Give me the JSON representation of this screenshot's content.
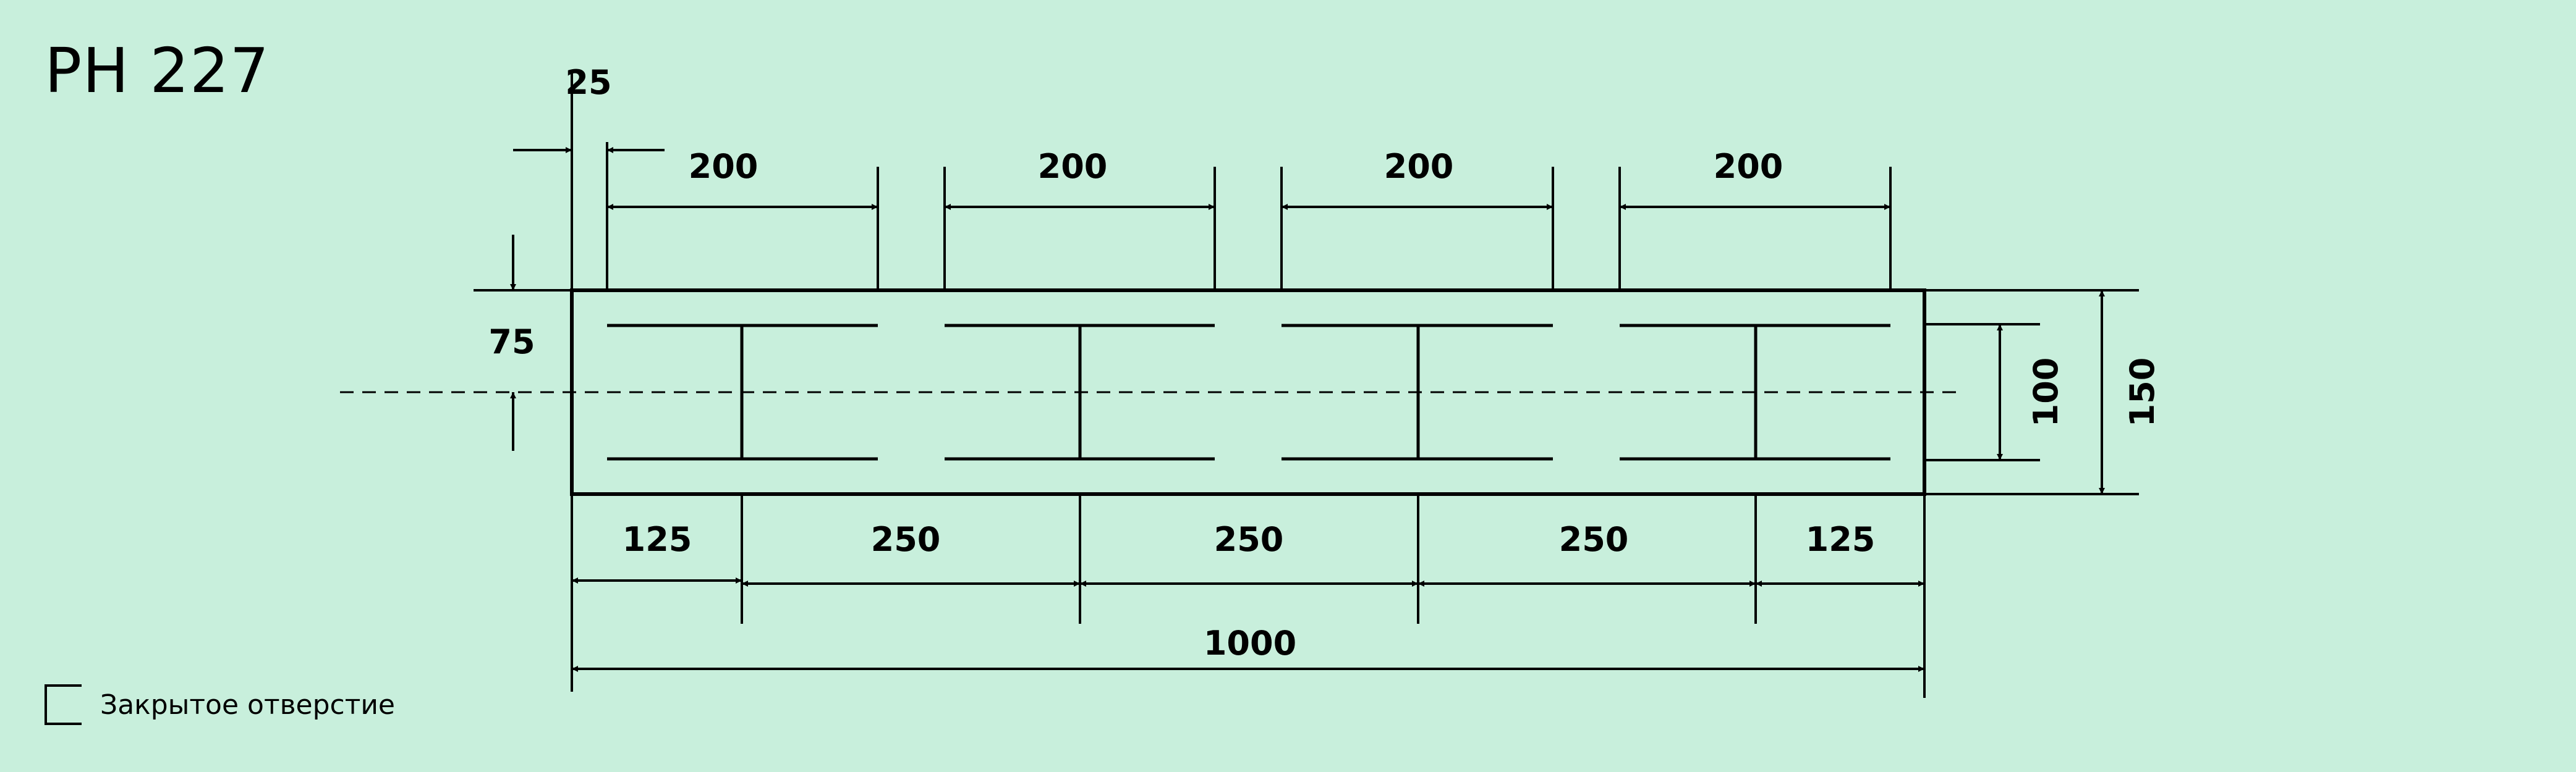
{
  "title": "PH 227",
  "dimensions": {
    "top_offset": "25",
    "top_slots": [
      "200",
      "200",
      "200",
      "200"
    ],
    "left_offset": "75",
    "inner_height": "100",
    "total_height": "150",
    "bottom_segments": [
      "125",
      "250",
      "250",
      "250",
      "125"
    ],
    "total_length": "1000"
  },
  "legend": {
    "label": "Закрытое отверстие",
    "icon": "closed-hole-icon"
  },
  "colors": {
    "background": "#c8efdc",
    "line": "#000000"
  }
}
